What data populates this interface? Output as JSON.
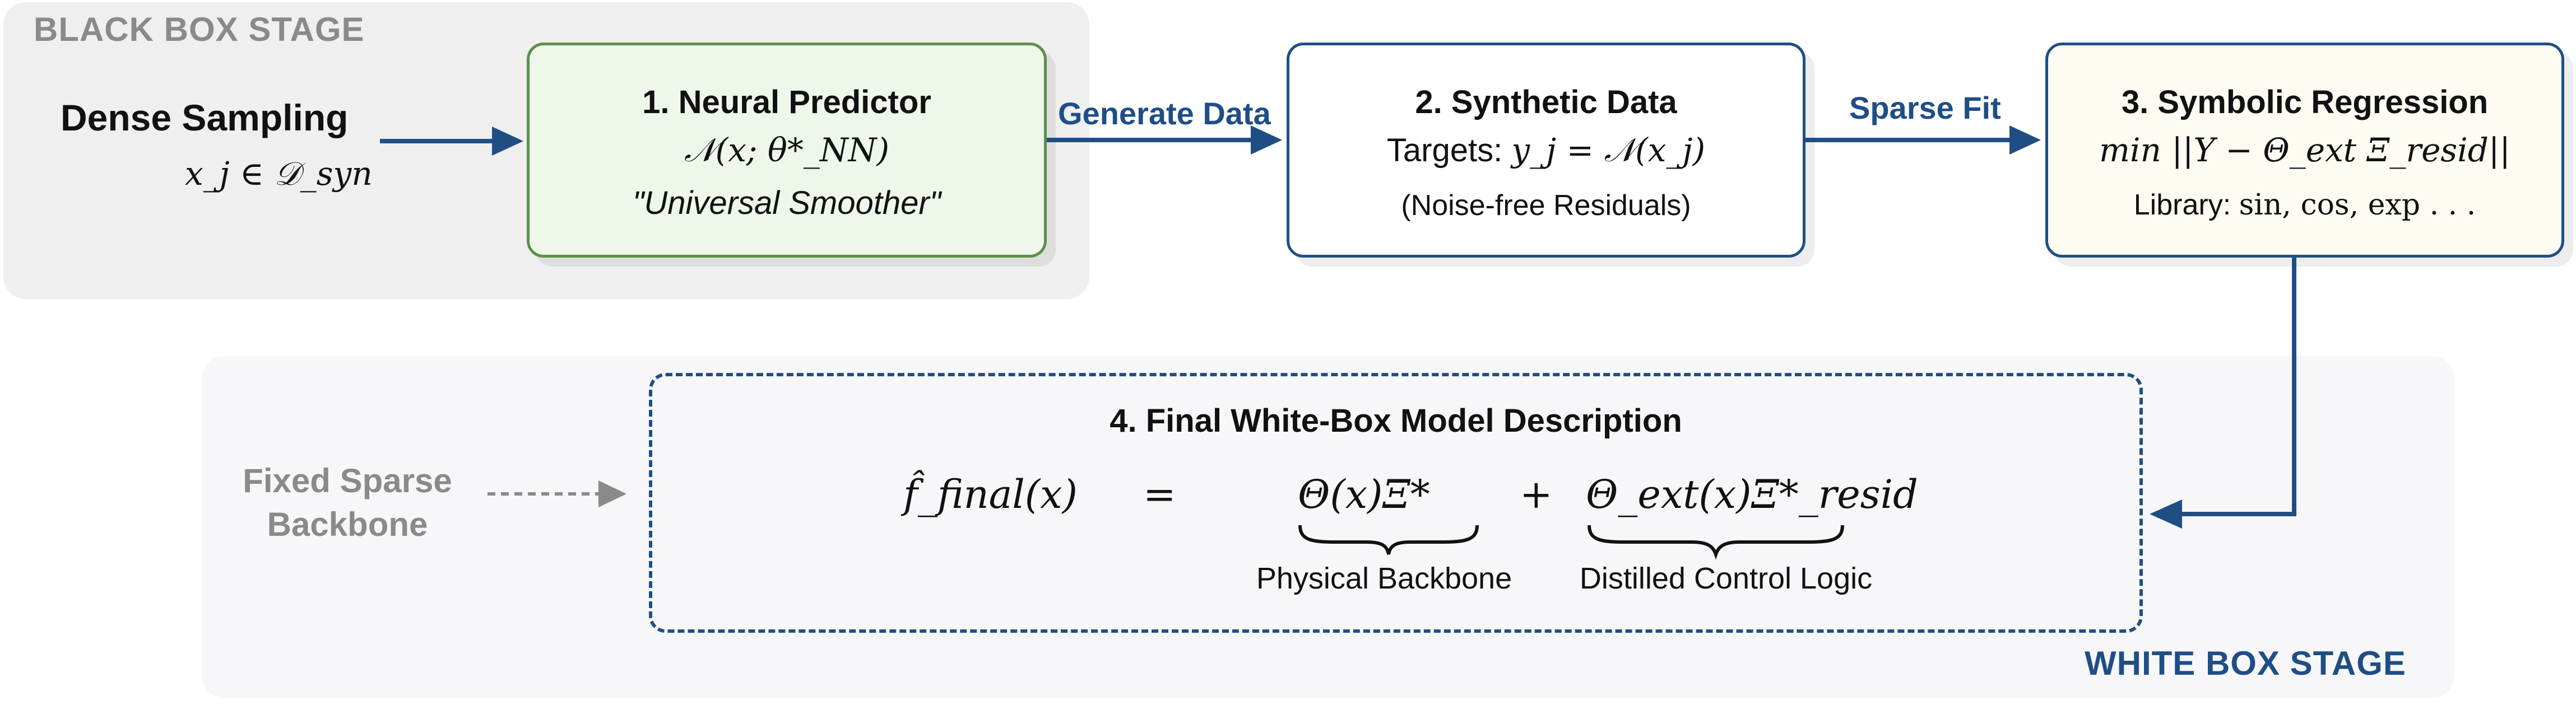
{
  "stages": {
    "black_title": "BLACK BOX STAGE",
    "white_title": "WHITE BOX STAGE"
  },
  "dense": {
    "title": "Dense Sampling",
    "formula": "x_j ∈ 𝒟_syn"
  },
  "box1": {
    "title": "1. Neural Predictor",
    "formula": "𝒩(x; θ*_NN)",
    "note": "\"Universal Smoother\""
  },
  "box2": {
    "title": "2. Synthetic Data",
    "targets_label": "Targets:",
    "formula": "y_j = 𝒩(x_j)",
    "note": "(Noise-free Residuals)"
  },
  "box3": {
    "title": "3. Symbolic Regression",
    "formula": "min ||Y − Θ_ext Ξ_resid||",
    "library_label": "Library:",
    "library": "sin, cos, exp . . ."
  },
  "box4": {
    "title": "4. Final White-Box Model Description",
    "lhs": "f̂_final(x)",
    "eq": "=",
    "term1": "Θ(x)Ξ*",
    "plus": "+",
    "term2": "Θ_ext(x)Ξ*_resid",
    "term1_label": "Physical Backbone",
    "term2_label": "Distilled Control Logic"
  },
  "edges": {
    "generate": "Generate Data",
    "sparse": "Sparse Fit"
  },
  "backbone": {
    "line1": "Fixed Sparse",
    "line2": "Backbone"
  },
  "colors": {
    "arrow": "#1f4e85",
    "green_border": "#5a9148",
    "green_fill": "#eef7ea",
    "blue_border": "#1f4e85",
    "cream_fill": "#fdfbf2",
    "gray_text": "#8a8a8a"
  }
}
